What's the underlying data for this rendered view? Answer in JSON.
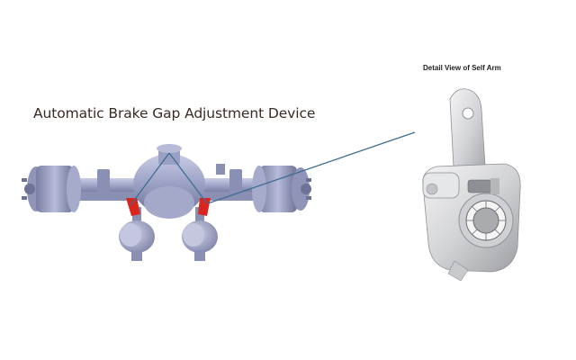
{
  "main": {
    "title": "Automatic Brake Gap Adjustment Device",
    "detail_label": "Detail View of Self Arm"
  },
  "colors": {
    "axle_body": "#9aa0c4",
    "axle_shadow": "#6d7296",
    "brake_highlight": "#d8261f",
    "callout_line": "#3f6d94",
    "detail_metal": "#d9dadc"
  },
  "icons": [
    "rear-axle-illustration",
    "slack-adjuster-illustration"
  ]
}
